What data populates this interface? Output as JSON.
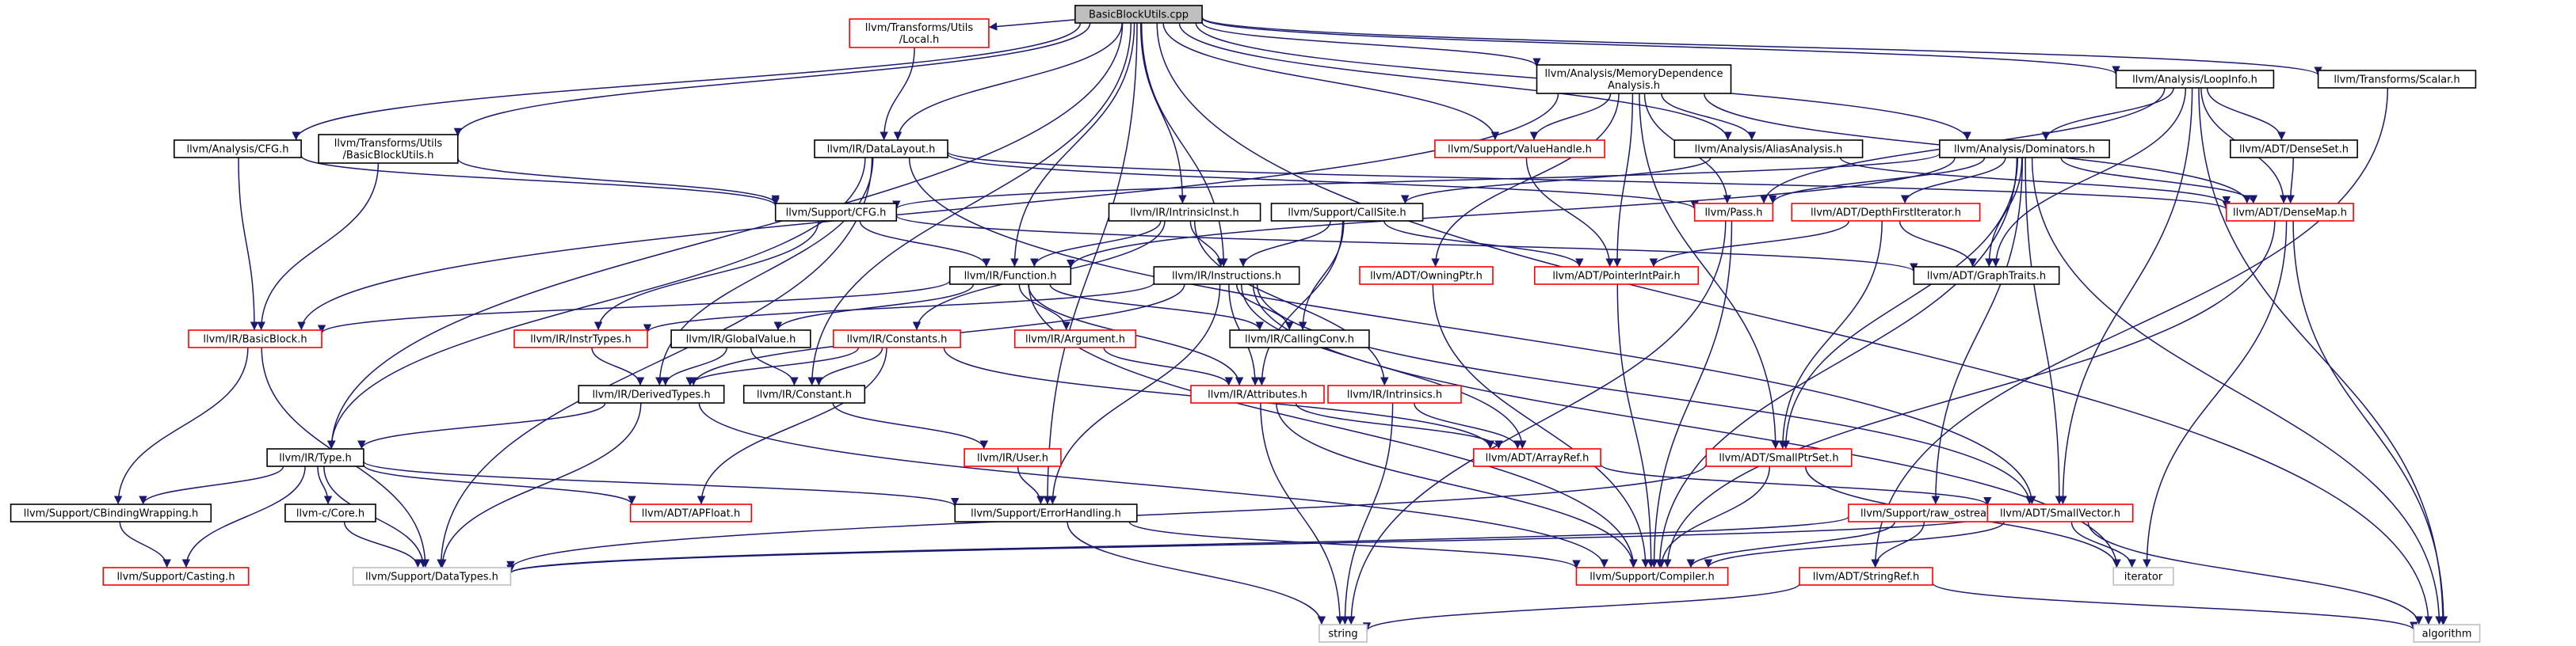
{
  "colors": {
    "edge": "#191970",
    "root_fill": "#bfbfbf",
    "root_border": "#000000",
    "documented_border": "#000000",
    "incomplete_border": "#ff0000",
    "system_border": "#bfbfbf",
    "text": "#000000"
  },
  "nodes": [
    {
      "id": "root",
      "label": "BasicBlockUtils.cpp",
      "kind": "root"
    },
    {
      "id": "tr_local",
      "label": "llvm/Transforms/Utils\n/Local.h",
      "kind": "incomplete"
    },
    {
      "id": "memdep",
      "label": "llvm/Analysis/MemoryDependence\nAnalysis.h",
      "kind": "documented"
    },
    {
      "id": "loopinfo",
      "label": "llvm/Analysis/LoopInfo.h",
      "kind": "documented"
    },
    {
      "id": "scalar",
      "label": "llvm/Transforms/Scalar.h",
      "kind": "documented"
    },
    {
      "id": "cfg_a",
      "label": "llvm/Analysis/CFG.h",
      "kind": "documented"
    },
    {
      "id": "bbutils",
      "label": "llvm/Transforms/Utils\n/BasicBlockUtils.h",
      "kind": "documented"
    },
    {
      "id": "datalayout",
      "label": "llvm/IR/DataLayout.h",
      "kind": "documented"
    },
    {
      "id": "valuehandle",
      "label": "llvm/Support/ValueHandle.h",
      "kind": "incomplete"
    },
    {
      "id": "aliasanalysis",
      "label": "llvm/Analysis/AliasAnalysis.h",
      "kind": "documented"
    },
    {
      "id": "dominators",
      "label": "llvm/Analysis/Dominators.h",
      "kind": "documented"
    },
    {
      "id": "denseset",
      "label": "llvm/ADT/DenseSet.h",
      "kind": "documented"
    },
    {
      "id": "support_cfg",
      "label": "llvm/Support/CFG.h",
      "kind": "documented"
    },
    {
      "id": "intrinsicinst",
      "label": "llvm/IR/IntrinsicInst.h",
      "kind": "documented"
    },
    {
      "id": "callsite",
      "label": "llvm/Support/CallSite.h",
      "kind": "documented"
    },
    {
      "id": "pass",
      "label": "llvm/Pass.h",
      "kind": "incomplete"
    },
    {
      "id": "dfiter",
      "label": "llvm/ADT/DepthFirstIterator.h",
      "kind": "incomplete"
    },
    {
      "id": "densemap",
      "label": "llvm/ADT/DenseMap.h",
      "kind": "incomplete"
    },
    {
      "id": "function",
      "label": "llvm/IR/Function.h",
      "kind": "documented"
    },
    {
      "id": "instructions",
      "label": "llvm/IR/Instructions.h",
      "kind": "documented"
    },
    {
      "id": "owningptr",
      "label": "llvm/ADT/OwningPtr.h",
      "kind": "incomplete"
    },
    {
      "id": "pointerintpair",
      "label": "llvm/ADT/PointerIntPair.h",
      "kind": "incomplete"
    },
    {
      "id": "graphtraits",
      "label": "llvm/ADT/GraphTraits.h",
      "kind": "documented"
    },
    {
      "id": "basicblock",
      "label": "llvm/IR/BasicBlock.h",
      "kind": "incomplete"
    },
    {
      "id": "instrtypes",
      "label": "llvm/IR/InstrTypes.h",
      "kind": "incomplete"
    },
    {
      "id": "globalvalue",
      "label": "llvm/IR/GlobalValue.h",
      "kind": "documented"
    },
    {
      "id": "constants",
      "label": "llvm/IR/Constants.h",
      "kind": "incomplete"
    },
    {
      "id": "argument",
      "label": "llvm/IR/Argument.h",
      "kind": "incomplete"
    },
    {
      "id": "callingconv",
      "label": "llvm/IR/CallingConv.h",
      "kind": "documented"
    },
    {
      "id": "derivedtypes",
      "label": "llvm/IR/DerivedTypes.h",
      "kind": "documented"
    },
    {
      "id": "constant",
      "label": "llvm/IR/Constant.h",
      "kind": "documented"
    },
    {
      "id": "attributes",
      "label": "llvm/IR/Attributes.h",
      "kind": "incomplete"
    },
    {
      "id": "intrinsics",
      "label": "llvm/IR/Intrinsics.h",
      "kind": "incomplete"
    },
    {
      "id": "smallptrset",
      "label": "llvm/ADT/SmallPtrSet.h",
      "kind": "incomplete"
    },
    {
      "id": "type",
      "label": "llvm/IR/Type.h",
      "kind": "documented"
    },
    {
      "id": "user",
      "label": "llvm/IR/User.h",
      "kind": "incomplete"
    },
    {
      "id": "arrayref",
      "label": "llvm/ADT/ArrayRef.h",
      "kind": "incomplete"
    },
    {
      "id": "cbinding",
      "label": "llvm/Support/CBindingWrapping.h",
      "kind": "documented"
    },
    {
      "id": "ccore",
      "label": "llvm-c/Core.h",
      "kind": "documented"
    },
    {
      "id": "apfloat",
      "label": "llvm/ADT/APFloat.h",
      "kind": "incomplete"
    },
    {
      "id": "errorhandling",
      "label": "llvm/Support/ErrorHandling.h",
      "kind": "documented"
    },
    {
      "id": "raw_ostream",
      "label": "llvm/Support/raw_ostream.h",
      "kind": "incomplete"
    },
    {
      "id": "smallvector",
      "label": "llvm/ADT/SmallVector.h",
      "kind": "incomplete"
    },
    {
      "id": "casting",
      "label": "llvm/Support/Casting.h",
      "kind": "incomplete"
    },
    {
      "id": "datatypes",
      "label": "llvm/Support/DataTypes.h",
      "kind": "system"
    },
    {
      "id": "compiler",
      "label": "llvm/Support/Compiler.h",
      "kind": "incomplete"
    },
    {
      "id": "stringref",
      "label": "llvm/ADT/StringRef.h",
      "kind": "incomplete"
    },
    {
      "id": "iterator",
      "label": "iterator",
      "kind": "system"
    },
    {
      "id": "string",
      "label": "string",
      "kind": "system"
    },
    {
      "id": "algorithm",
      "label": "algorithm",
      "kind": "system"
    }
  ],
  "edges": [
    [
      "root",
      "tr_local"
    ],
    [
      "root",
      "memdep"
    ],
    [
      "root",
      "loopinfo"
    ],
    [
      "root",
      "scalar"
    ],
    [
      "root",
      "cfg_a"
    ],
    [
      "root",
      "bbutils"
    ],
    [
      "root",
      "datalayout"
    ],
    [
      "root",
      "valuehandle"
    ],
    [
      "root",
      "aliasanalysis"
    ],
    [
      "root",
      "dominators"
    ],
    [
      "root",
      "intrinsicinst"
    ],
    [
      "root",
      "function"
    ],
    [
      "root",
      "instructions"
    ],
    [
      "root",
      "type"
    ],
    [
      "root",
      "constant"
    ],
    [
      "root",
      "errorhandling"
    ],
    [
      "root",
      "algorithm"
    ],
    [
      "tr_local",
      "datalayout"
    ],
    [
      "memdep",
      "basicblock"
    ],
    [
      "memdep",
      "valuehandle"
    ],
    [
      "memdep",
      "aliasanalysis"
    ],
    [
      "memdep",
      "pass"
    ],
    [
      "memdep",
      "owningptr"
    ],
    [
      "memdep",
      "pointerintpair"
    ],
    [
      "memdep",
      "smallptrset"
    ],
    [
      "memdep",
      "densemap"
    ],
    [
      "loopinfo",
      "pass"
    ],
    [
      "loopinfo",
      "dominators"
    ],
    [
      "loopinfo",
      "denseset"
    ],
    [
      "loopinfo",
      "densemap"
    ],
    [
      "loopinfo",
      "graphtraits"
    ],
    [
      "loopinfo",
      "smallvector"
    ],
    [
      "loopinfo",
      "algorithm"
    ],
    [
      "scalar",
      "stringref"
    ],
    [
      "cfg_a",
      "basicblock"
    ],
    [
      "cfg_a",
      "support_cfg"
    ],
    [
      "bbutils",
      "basicblock"
    ],
    [
      "bbutils",
      "support_cfg"
    ],
    [
      "datalayout",
      "pass"
    ],
    [
      "datalayout",
      "densemap"
    ],
    [
      "datalayout",
      "smallvector"
    ],
    [
      "datalayout",
      "derivedtypes"
    ],
    [
      "datalayout",
      "type"
    ],
    [
      "datalayout",
      "datatypes"
    ],
    [
      "valuehandle",
      "pointerintpair"
    ],
    [
      "aliasanalysis",
      "callsite"
    ],
    [
      "aliasanalysis",
      "densemap"
    ],
    [
      "dominators",
      "function"
    ],
    [
      "dominators",
      "support_cfg"
    ],
    [
      "dominators",
      "dfiter"
    ],
    [
      "dominators",
      "densemap"
    ],
    [
      "dominators",
      "graphtraits"
    ],
    [
      "dominators",
      "smallptrset"
    ],
    [
      "dominators",
      "smallvector"
    ],
    [
      "dominators",
      "raw_ostream"
    ],
    [
      "dominators",
      "compiler"
    ],
    [
      "dominators",
      "algorithm"
    ],
    [
      "dominators",
      "pass"
    ],
    [
      "denseset",
      "densemap"
    ],
    [
      "support_cfg",
      "function"
    ],
    [
      "support_cfg",
      "instrtypes"
    ],
    [
      "support_cfg",
      "graphtraits"
    ],
    [
      "intrinsicinst",
      "constants"
    ],
    [
      "intrinsicinst",
      "function"
    ],
    [
      "intrinsicinst",
      "instructions"
    ],
    [
      "intrinsicinst",
      "intrinsics"
    ],
    [
      "callsite",
      "instructions"
    ],
    [
      "callsite",
      "pointerintpair"
    ],
    [
      "callsite",
      "attributes"
    ],
    [
      "callsite",
      "callingconv"
    ],
    [
      "pass",
      "compiler"
    ],
    [
      "pass",
      "string"
    ],
    [
      "dfiter",
      "graphtraits"
    ],
    [
      "dfiter",
      "pointerintpair"
    ],
    [
      "dfiter",
      "smallptrset"
    ],
    [
      "densemap",
      "algorithm"
    ],
    [
      "densemap",
      "iterator"
    ],
    [
      "densemap",
      "compiler"
    ],
    [
      "function",
      "basicblock"
    ],
    [
      "function",
      "argument"
    ],
    [
      "function",
      "globalvalue"
    ],
    [
      "function",
      "attributes"
    ],
    [
      "function",
      "callingconv"
    ],
    [
      "function",
      "compiler"
    ],
    [
      "instructions",
      "instrtypes"
    ],
    [
      "instructions",
      "derivedtypes"
    ],
    [
      "instructions",
      "attributes"
    ],
    [
      "instructions",
      "callingconv"
    ],
    [
      "instructions",
      "arrayref"
    ],
    [
      "instructions",
      "errorhandling"
    ],
    [
      "instructions",
      "iterator"
    ],
    [
      "instructions",
      "smallvector"
    ],
    [
      "owningptr",
      "compiler"
    ],
    [
      "pointerintpair",
      "compiler"
    ],
    [
      "basicblock",
      "cbinding"
    ],
    [
      "basicblock",
      "datatypes"
    ],
    [
      "instrtypes",
      "derivedtypes"
    ],
    [
      "globalvalue",
      "constant"
    ],
    [
      "globalvalue",
      "derivedtypes"
    ],
    [
      "constants",
      "constant"
    ],
    [
      "constants",
      "derivedtypes"
    ],
    [
      "constants",
      "apfloat"
    ],
    [
      "constants",
      "arrayref"
    ],
    [
      "argument",
      "attributes"
    ],
    [
      "derivedtypes",
      "type"
    ],
    [
      "derivedtypes",
      "compiler"
    ],
    [
      "derivedtypes",
      "datatypes"
    ],
    [
      "constant",
      "user"
    ],
    [
      "attributes",
      "arrayref"
    ],
    [
      "attributes",
      "compiler"
    ],
    [
      "attributes",
      "string"
    ],
    [
      "intrinsics",
      "arrayref"
    ],
    [
      "intrinsics",
      "string"
    ],
    [
      "smallptrset",
      "compiler"
    ],
    [
      "smallptrset",
      "datatypes"
    ],
    [
      "smallptrset",
      "iterator"
    ],
    [
      "type",
      "cbinding"
    ],
    [
      "type",
      "ccore"
    ],
    [
      "type",
      "casting"
    ],
    [
      "type",
      "apfloat"
    ],
    [
      "type",
      "errorhandling"
    ],
    [
      "type",
      "datatypes"
    ],
    [
      "user",
      "errorhandling"
    ],
    [
      "arrayref",
      "smallvector"
    ],
    [
      "cbinding",
      "casting"
    ],
    [
      "ccore",
      "datatypes"
    ],
    [
      "errorhandling",
      "compiler"
    ],
    [
      "errorhandling",
      "string"
    ],
    [
      "raw_ostream",
      "compiler"
    ],
    [
      "raw_ostream",
      "stringref"
    ],
    [
      "raw_ostream",
      "datatypes"
    ],
    [
      "smallvector",
      "compiler"
    ],
    [
      "smallvector",
      "iterator"
    ],
    [
      "smallvector",
      "algorithm"
    ],
    [
      "smallvector",
      "datatypes"
    ],
    [
      "stringref",
      "string"
    ],
    [
      "stringref",
      "algorithm"
    ]
  ]
}
